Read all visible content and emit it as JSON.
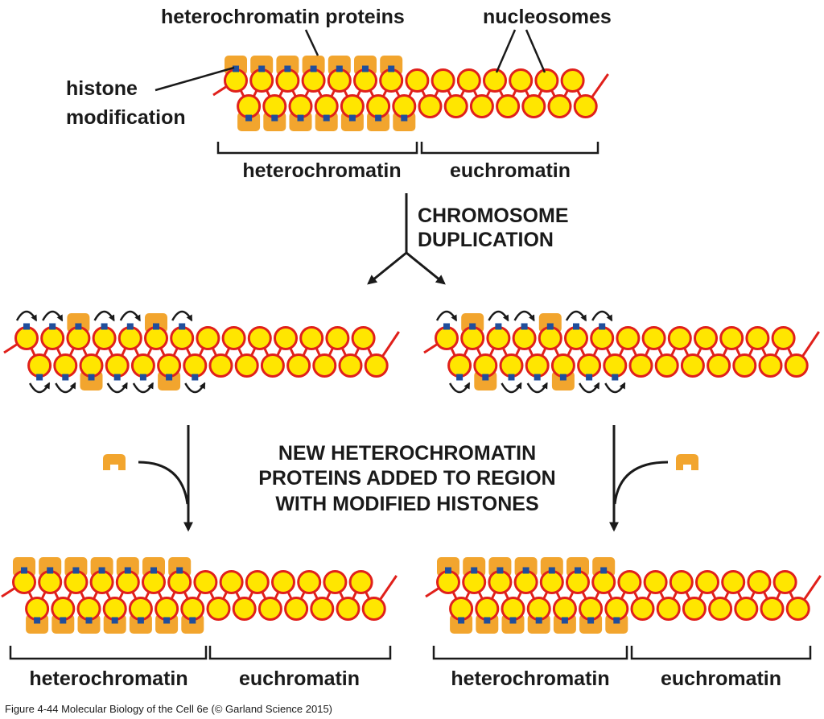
{
  "labels": {
    "heterochromatin_proteins": "heterochromatin proteins",
    "nucleosomes": "nucleosomes",
    "histone_line1": "histone",
    "histone_line2": "modification",
    "heterochromatin": "heterochromatin",
    "euchromatin": "euchromatin",
    "duplication_line1": "CHROMOSOME",
    "duplication_line2": "DUPLICATION",
    "new_proteins_line1": "NEW HETEROCHROMATIN",
    "new_proteins_line2": "PROTEINS ADDED TO REGION",
    "new_proteins_line3": "WITH MODIFIED HISTONES"
  },
  "caption": "Figure 4-44  Molecular Biology of the Cell 6e (© Garland Science 2015)",
  "colors": {
    "nucleosome_fill": "#ffe600",
    "nucleosome_stroke": "#e0201b",
    "dna": "#e0201b",
    "protein": "#f2a52e",
    "modification": "#1f4e9c",
    "ink": "#1a1a1a"
  }
}
